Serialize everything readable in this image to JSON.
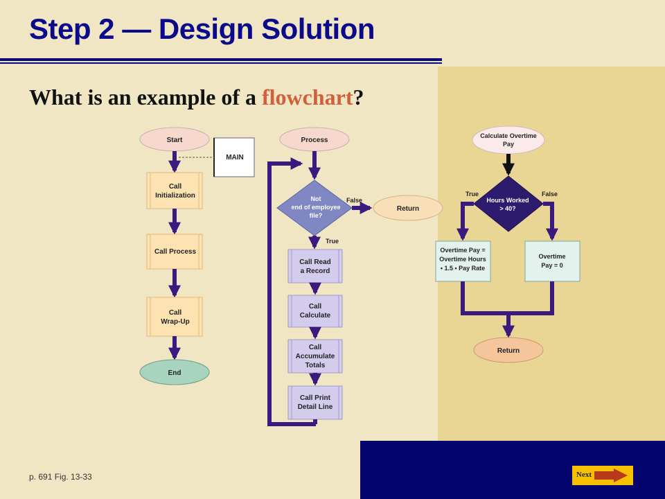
{
  "slide": {
    "title": "Step 2 — Design Solution",
    "question_prefix": "What is an example of a ",
    "question_accent": "flowchart",
    "question_suffix": "?",
    "caption": "p. 691 Fig. 13-33",
    "next_label": "Next"
  },
  "main_flow": {
    "start": "Start",
    "module_label": "MAIN",
    "call_init_1": "Call",
    "call_init_2": "Initialization",
    "call_process": "Call Process",
    "call_wrapup_1": "Call",
    "call_wrapup_2": "Wrap-Up",
    "end": "End"
  },
  "process_flow": {
    "process": "Process",
    "decision_1": "Not",
    "decision_2": "end of employee",
    "decision_3": "file?",
    "false_label": "False",
    "true_label": "True",
    "return": "Return",
    "read_1": "Call Read",
    "read_2": "a Record",
    "calc_1": "Call",
    "calc_2": "Calculate",
    "accum_1": "Call",
    "accum_2": "Accumulate",
    "accum_3": "Totals",
    "print_1": "Call Print",
    "print_2": "Detail Line"
  },
  "overtime_flow": {
    "calc_1": "Calculate Overtime",
    "calc_2": "Pay",
    "true_label": "True",
    "false_label": "False",
    "decision_1": "Hours Worked",
    "decision_2": "> 40?",
    "left_1": "Overtime Pay =",
    "left_2": "Overtime Hours",
    "left_3": "• 1.5 • Pay Rate",
    "right_1": "Overtime",
    "right_2": "Pay = 0",
    "return": "Return"
  },
  "colors": {
    "title_blue": "#0a0a8a",
    "accent": "#d0603a",
    "arrow_purple": "#3b1a80",
    "terminal_fill": "#f7d8cc",
    "process_fill": "#fde3b2",
    "decision_fill": "#8088c4",
    "subprocess_fill": "#d4ccec",
    "end_fill": "#a7d3bf"
  }
}
